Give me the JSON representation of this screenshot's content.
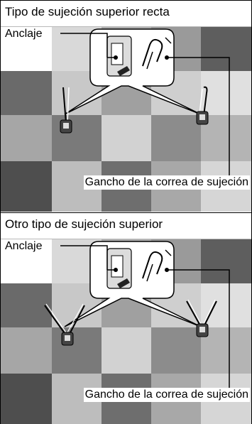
{
  "panels": [
    {
      "title": "Tipo de sujeción superior recta",
      "anchor_label": "Anclaje",
      "hook_label": "Gancho de la correa de sujeción"
    },
    {
      "title": "Otro tipo de sujeción superior",
      "anchor_label": "Anclaje",
      "hook_label": "Gancho de la correa de sujeción"
    }
  ]
}
